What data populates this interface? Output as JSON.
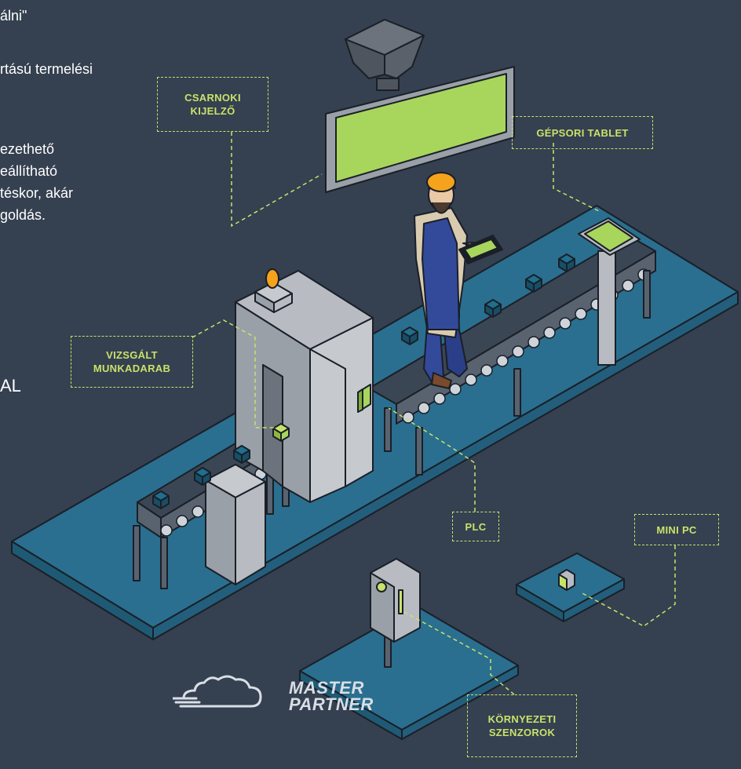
{
  "left_text": [
    "álni\"",
    "rtású termelési",
    "ezethető",
    "eállítható",
    "téskor, akár",
    "goldás.",
    "AL"
  ],
  "labels": {
    "csarnoki_kijelzo": [
      "CSARNOKI",
      "KIJELZŐ"
    ],
    "gepsori_tablet": [
      "GÉPSORI TABLET"
    ],
    "vizsgalt_munkadarab": [
      "VIZSGÁLT",
      "MUNKADARAB"
    ],
    "plc": [
      "PLC"
    ],
    "mini_pc": [
      "MINI PC"
    ],
    "kornyezeti_szenzorok": [
      "KÖRNYEZETI",
      "SZENZOROK"
    ]
  },
  "logo": {
    "line1": "MASTER",
    "line2": "PARTNER"
  },
  "colors": {
    "background": "#354050",
    "accent_green": "#c9e26a",
    "platform": "#2a6f8f",
    "screen": "#a8d65c"
  }
}
